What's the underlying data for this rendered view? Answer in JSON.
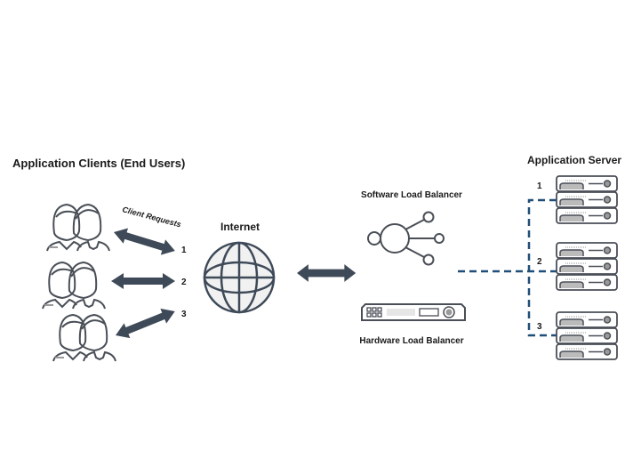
{
  "clients": {
    "title": "Application Clients (End Users)",
    "requests_label": "Client Requests",
    "request_numbers": [
      "1",
      "2",
      "3"
    ]
  },
  "internet": {
    "label": "Internet"
  },
  "load_balancers": {
    "software_label": "Software Load Balancer",
    "hardware_label": "Hardware Load Balancer"
  },
  "servers": {
    "title": "Application Server",
    "numbers": [
      "1",
      "2",
      "3"
    ]
  },
  "colors": {
    "arrow": "#3f4a59",
    "dashed_link": "#1f4e79",
    "icon_stroke": "#4a4f57"
  }
}
